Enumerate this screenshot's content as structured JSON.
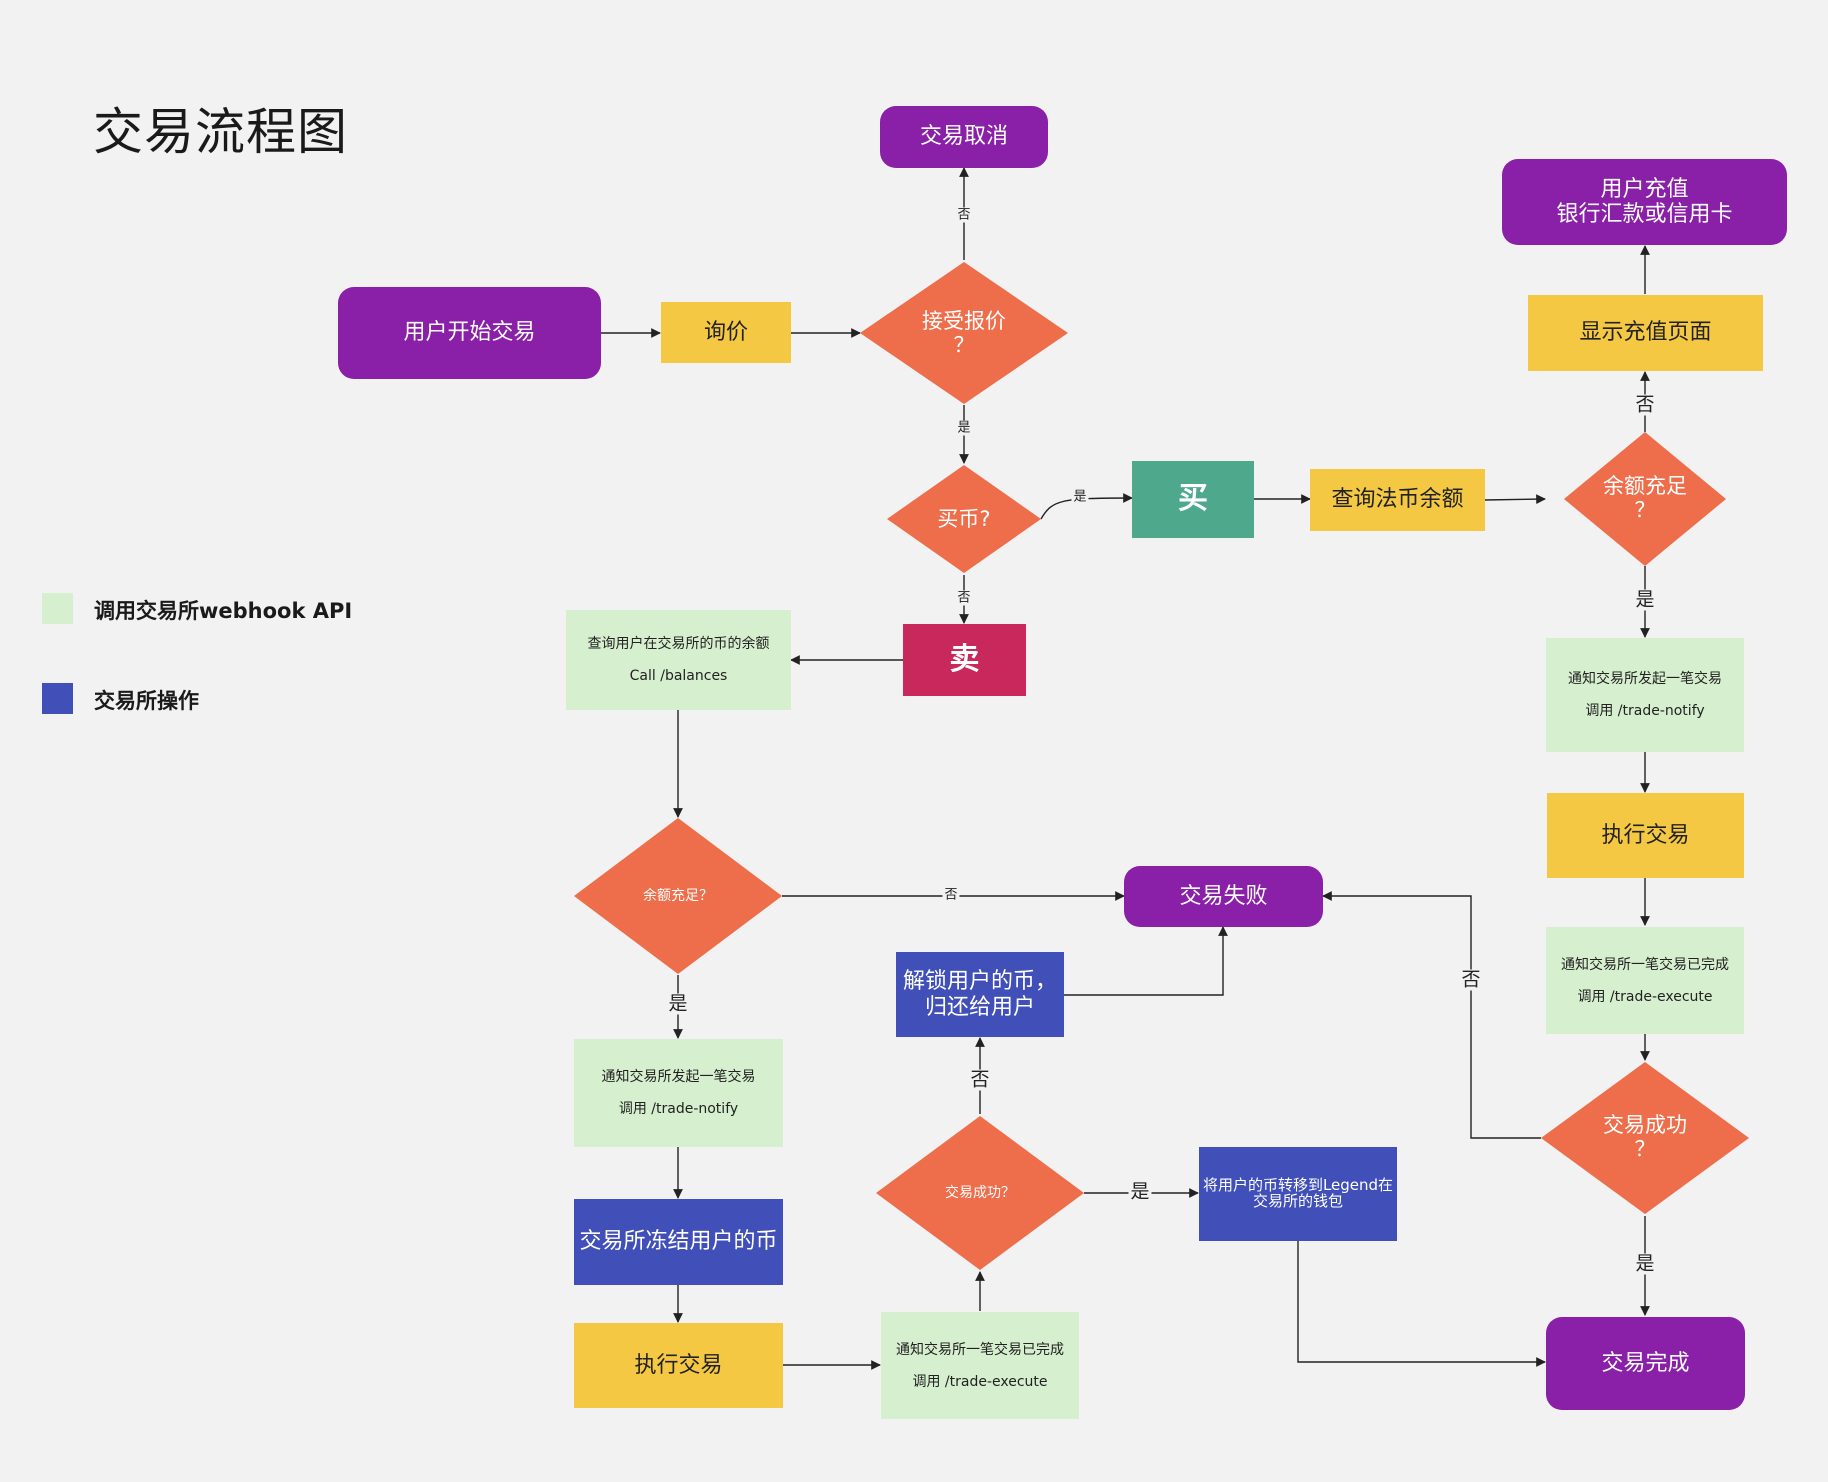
{
  "title": "交易流程图",
  "legend": [
    {
      "color": "#d6efce",
      "label": "调用交易所webhook API"
    },
    {
      "color": "#4050b8",
      "label": "交易所操作"
    }
  ],
  "colors": {
    "terminal": "#8a1fa8",
    "process": "#f5c844",
    "decision": "#ee6d4a",
    "webhook_api": "#d6efce",
    "exchange_op": "#4050b8",
    "buy": "#4da88c",
    "sell": "#c8285c",
    "background": "#f2f2f2"
  },
  "nodes": {
    "start": "用户开始交易",
    "inquiry": "询价",
    "accept_quote": "接受报价\n？",
    "trade_cancel": "交易取消",
    "buy_coin_q": "买币?",
    "buy": "买",
    "check_fiat": "查询法币余额",
    "enough_right": "余额充足\n？",
    "show_topup": "显示充值页面",
    "user_topup": "用户充值\n银行汇款或信用卡",
    "notify_right": [
      "通知交易所发起一笔交易",
      "调用 /trade-notify"
    ],
    "exec_right": "执行交易",
    "complete_notify_right": [
      "通知交易所一笔交易已完成",
      "调用  /trade-execute"
    ],
    "success_right": "交易成功\n？",
    "trade_done": "交易完成",
    "sell": "卖",
    "query_balance": [
      "查询用户在交易所的币的余额",
      "Call /balances"
    ],
    "enough_left": "余额充足？",
    "trade_fail": "交易失败",
    "notify_left": [
      "通知交易所发起一笔交易",
      "调用 /trade-notify"
    ],
    "freeze": "交易所冻结用户的币",
    "exec_left": "执行交易",
    "complete_notify_left": [
      "通知交易所一笔交易已完成",
      "调用 /trade-execute"
    ],
    "success_mid": "交易成功？",
    "unlock": "解锁用户的币，\n归还给用户",
    "transfer": "将用户的币转移到Legend在\n交易所的钱包"
  },
  "edge_labels": {
    "cancel_no": "否",
    "accept_yes": "是",
    "buy_yes": "是",
    "sell_no": "否",
    "topup_no": "否",
    "right_enough_yes": "是",
    "left_enough_no": "否",
    "left_enough_yes": "是",
    "mid_fail_no": "否",
    "mid_success_yes": "是",
    "right_fail_no": "否",
    "right_success_yes": "是"
  }
}
